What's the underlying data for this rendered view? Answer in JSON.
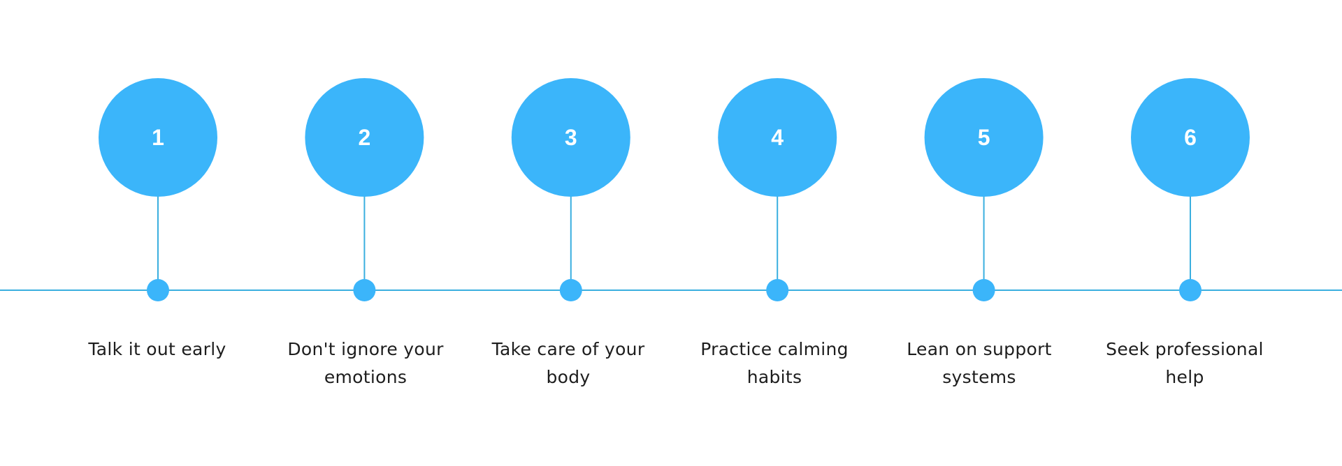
{
  "colors": {
    "accent": "#3BB5FA",
    "line": "#3AAFDF",
    "number": "#ffffff",
    "text": "#1d1d1d"
  },
  "steps": [
    {
      "number": "1",
      "label": "Talk it out early"
    },
    {
      "number": "2",
      "label": "Don't ignore your emotions"
    },
    {
      "number": "3",
      "label": "Take care of your body"
    },
    {
      "number": "4",
      "label": "Practice calming habits"
    },
    {
      "number": "5",
      "label": "Lean on support systems"
    },
    {
      "number": "6",
      "label": "Seek professional help"
    }
  ]
}
